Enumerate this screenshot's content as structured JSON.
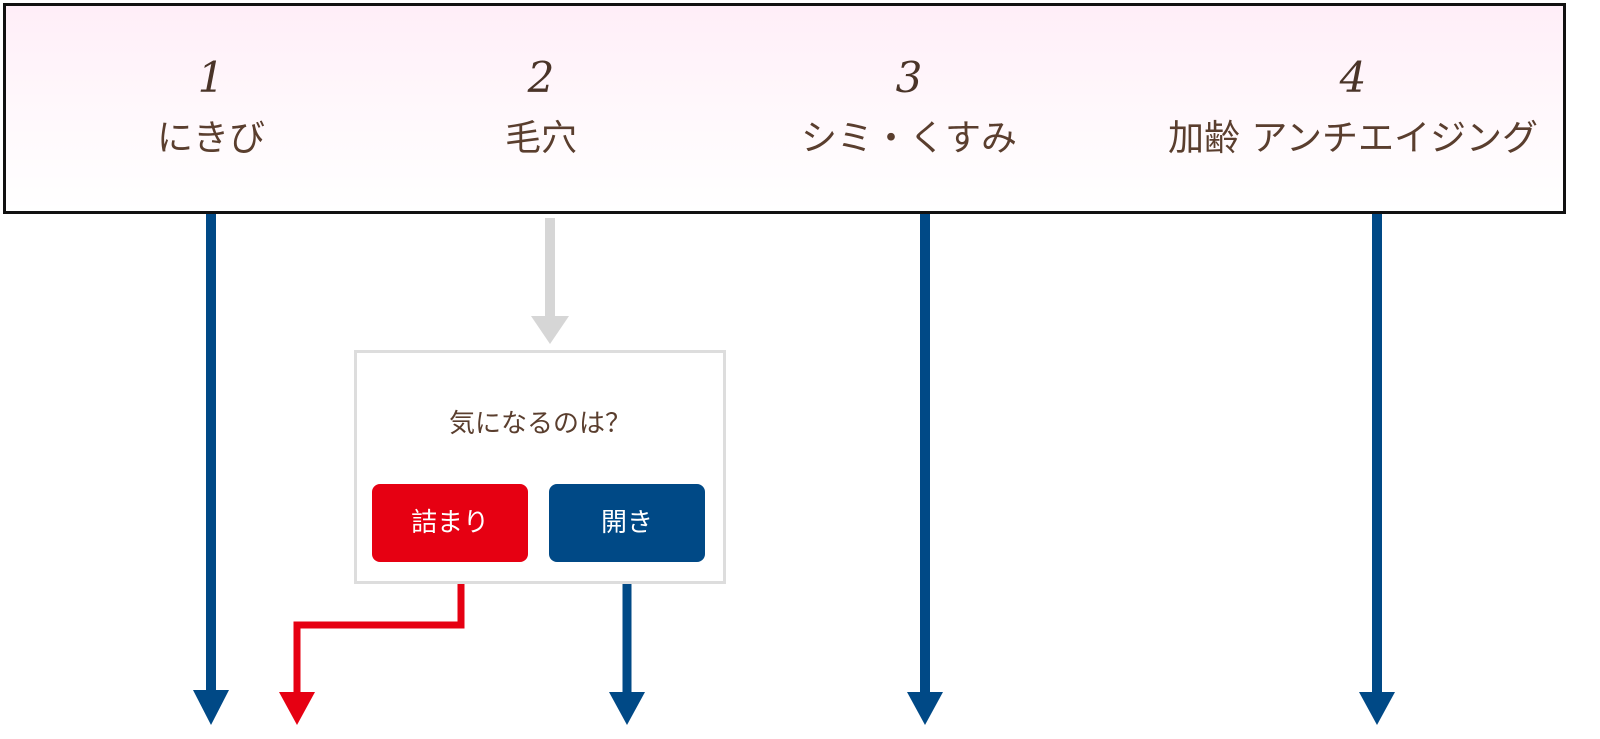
{
  "categories": [
    {
      "number": "1",
      "label": "にきび"
    },
    {
      "number": "2",
      "label": "毛穴"
    },
    {
      "number": "3",
      "label": "シミ・くすみ"
    },
    {
      "number": "4",
      "label": "加齢 アンチエイジング"
    }
  ],
  "question": {
    "text": "気になるのは？",
    "option_clog": "詰まり",
    "option_open": "開き"
  },
  "colors": {
    "navy": "#004986",
    "red": "#e60012",
    "gray": "#d6d6d6",
    "text": "#5a3e2e"
  }
}
